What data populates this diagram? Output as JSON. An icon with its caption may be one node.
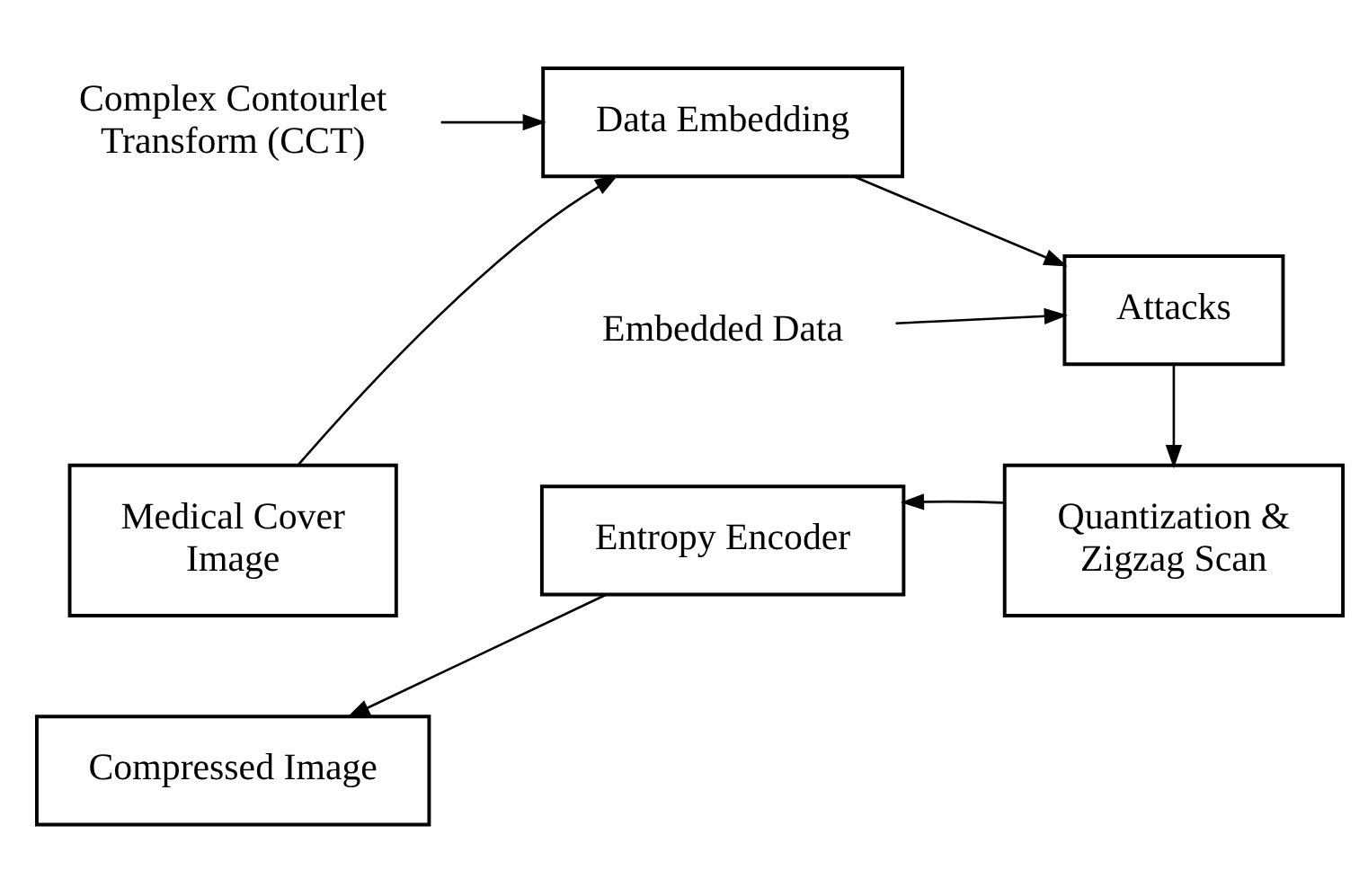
{
  "diagram": {
    "nodes": [
      {
        "text": [
          "Medical Cover Image"
        ]
      },
      {
        "text": [
          "Complex Contourlet Transform (CCT)"
        ]
      },
      {
        "text": [
          "Data Embedding"
        ]
      },
      {
        "text": [
          "Embedded Data"
        ]
      },
      {
        "text": [
          "Attacks"
        ]
      },
      {
        "text": [
          "Quantization & Zigzag Scan"
        ]
      },
      {
        "text": [
          "Entropy Encoder"
        ]
      },
      {
        "text": [
          "Compressed Image"
        ]
      }
    ],
    "edges": [
      {
        "from": 0,
        "to": 2,
        "arrow": "to"
      },
      {
        "from": 1,
        "to": 2,
        "arrow": "to"
      },
      {
        "from": 2,
        "to": 4,
        "arrow": "to"
      },
      {
        "from": 3,
        "to": 4,
        "arrow": "to"
      },
      {
        "from": 4,
        "to": 5,
        "arrow": "to"
      },
      {
        "from": 5,
        "to": 6,
        "arrow": "to"
      },
      {
        "from": 6,
        "to": 7,
        "arrow": "to"
      }
    ]
  }
}
